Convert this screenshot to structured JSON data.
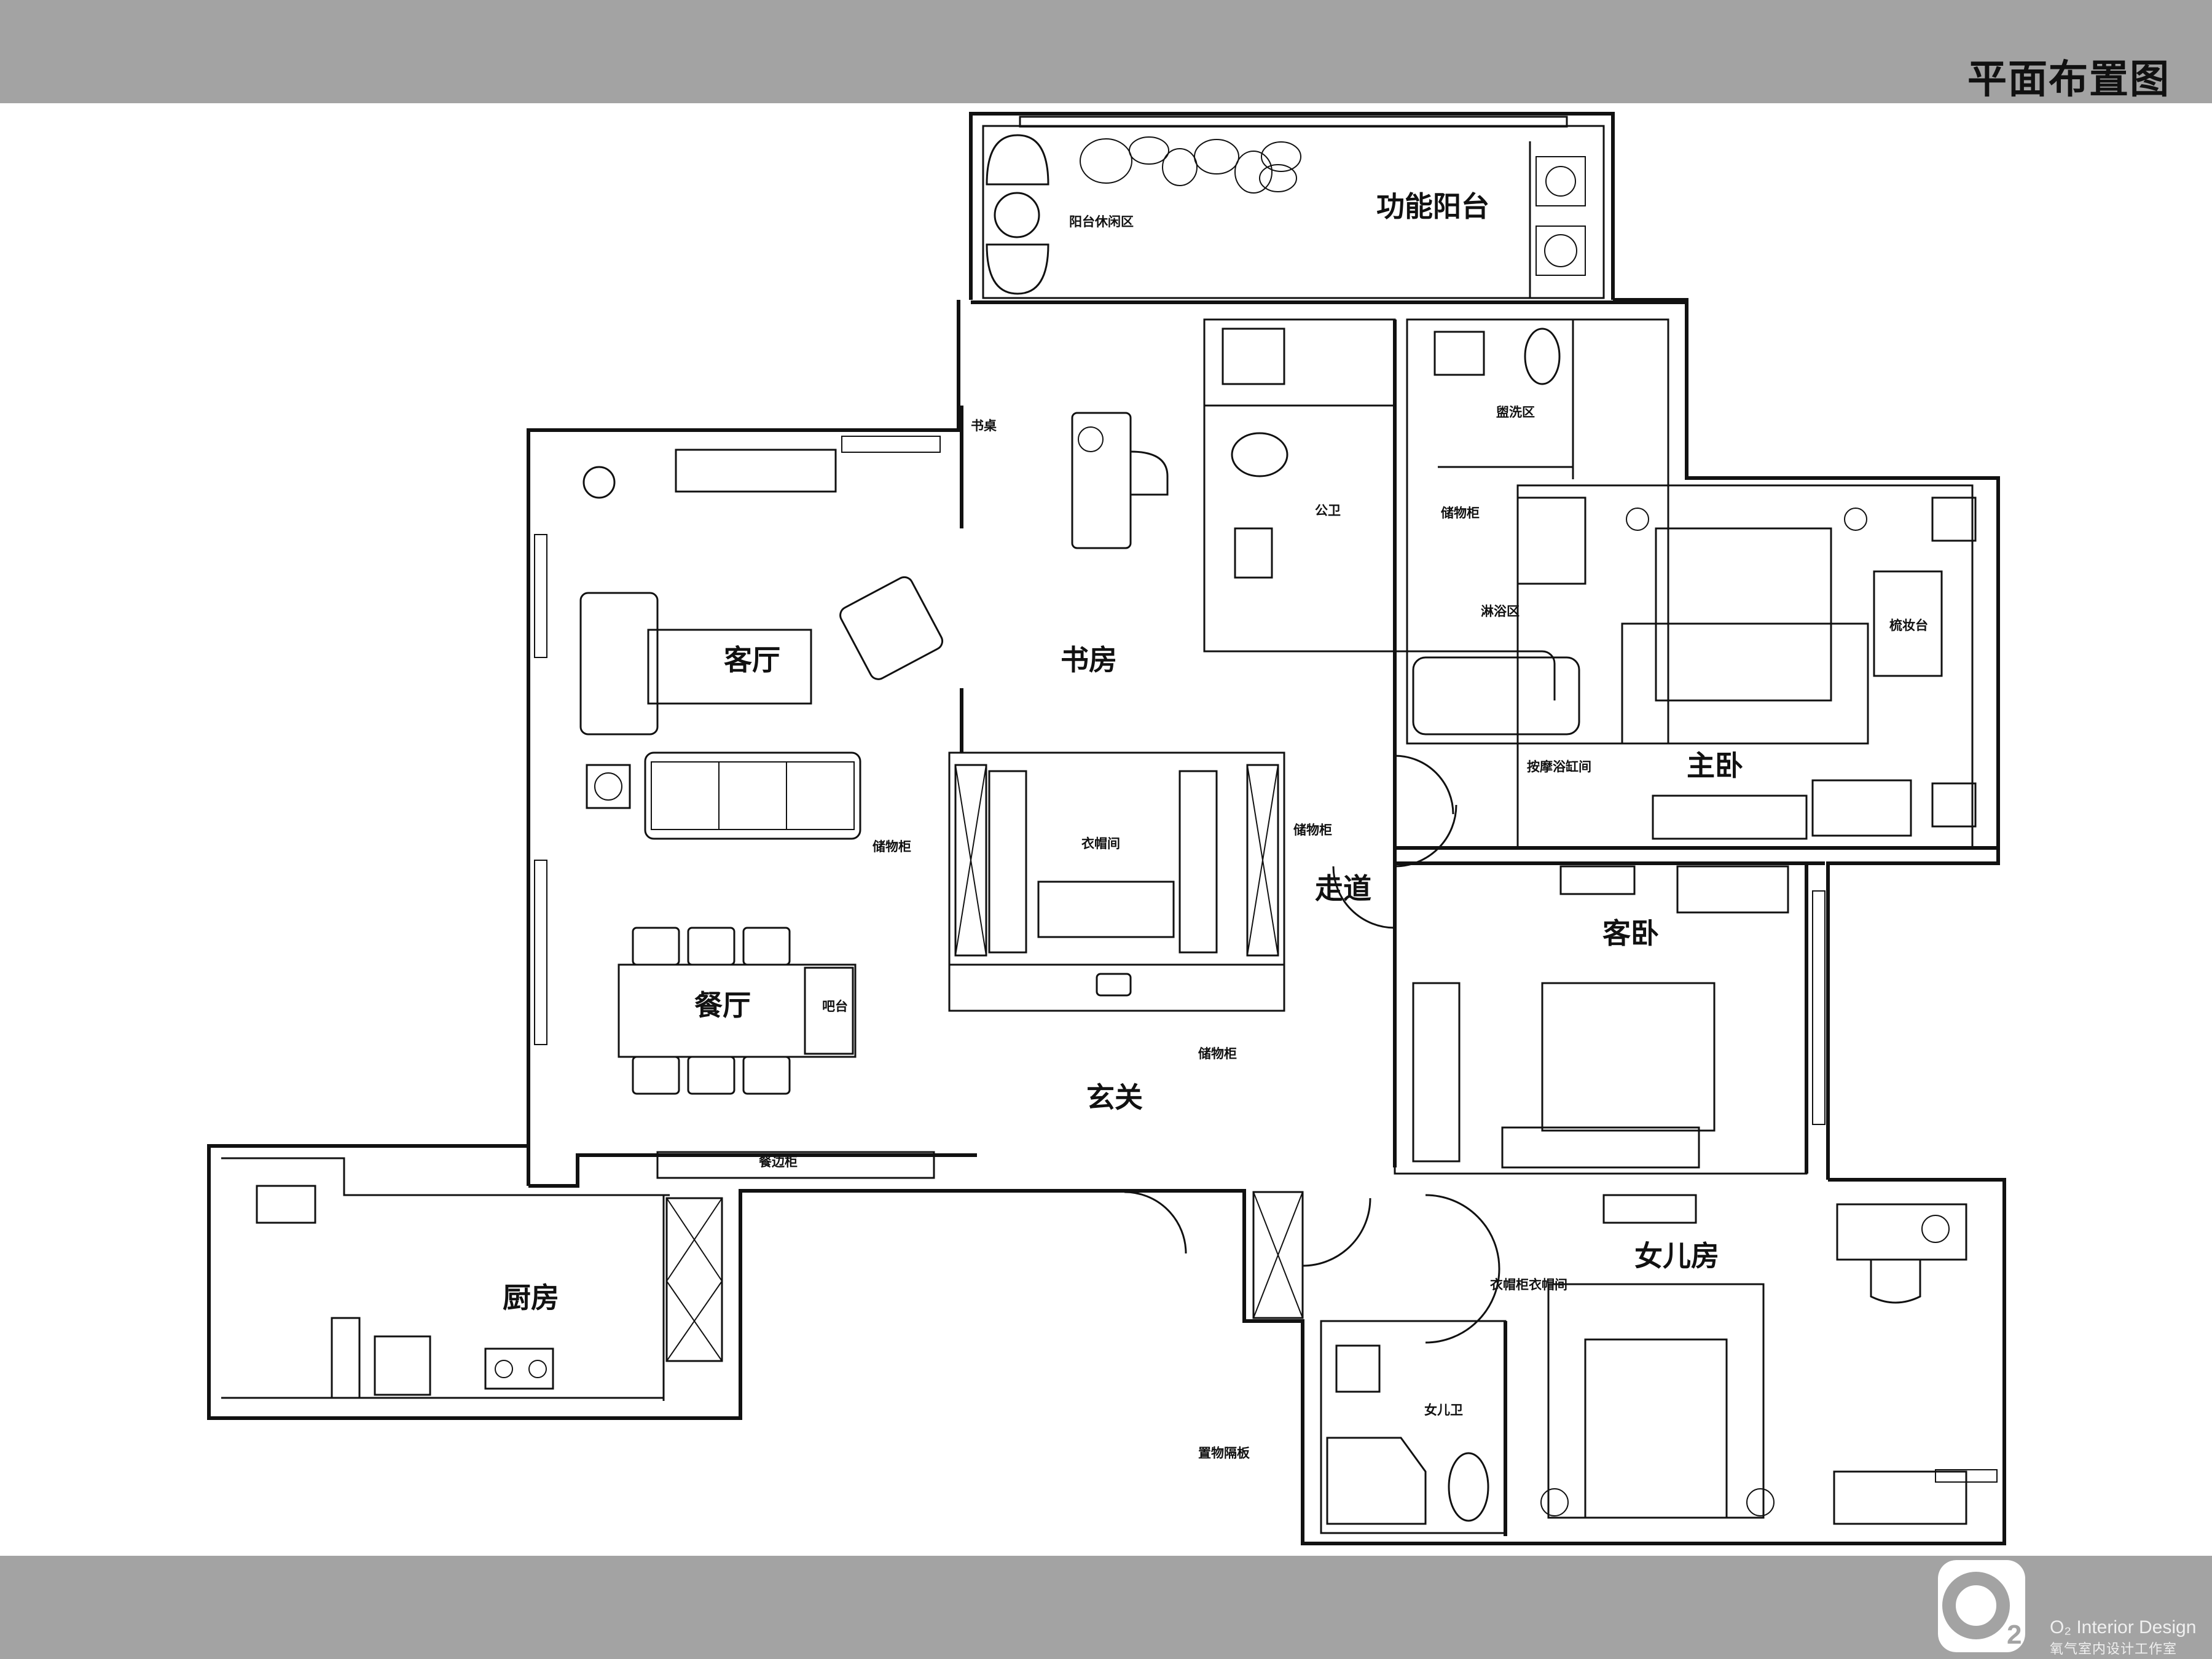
{
  "page_title": "平面布置图",
  "rooms": {
    "functional_balcony": "功能阳台",
    "balcony_leisure": "阳台休闲区",
    "living_room": "客厅",
    "study": "书房",
    "dining": "餐厅",
    "kitchen": "厨房",
    "entrance": "玄关",
    "corridor": "走道",
    "master_bedroom": "主卧",
    "guest_bedroom": "客卧",
    "daughter_room": "女儿房",
    "public_bathroom": "公卫",
    "daughter_bathroom": "女儿卫",
    "cloakroom": "衣帽间",
    "washbasin_area": "盥洗区",
    "shower_area": "淋浴区"
  },
  "annotations": {
    "study_desk": "书桌",
    "storage_cabinet_left": "储物柜",
    "storage_cabinet_right": "储物柜",
    "shoe_cabinet": "储物柜",
    "linen_cabinet": "储物柜",
    "dressing_table": "梳妆台",
    "bathtub_area": "按摩浴缸间",
    "sideboard": "餐边柜",
    "bar": "吧台",
    "vanity_cabinet": "置物隔板",
    "daughter_wardrobe": "衣帽柜衣帽间"
  },
  "logo": {
    "brand_line": "O₂ Interior Design",
    "sub_line": "氧气室内设计工作室"
  },
  "colors": {
    "banner": "#a3a3a3",
    "ink": "#111111",
    "paper": "#ffffff"
  }
}
